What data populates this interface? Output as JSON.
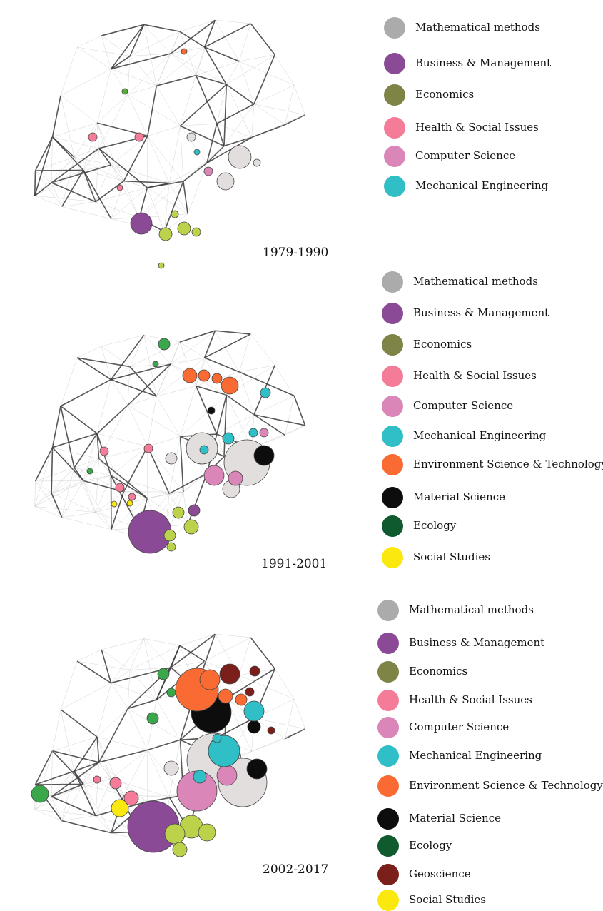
{
  "panels": [
    {
      "period": "1979-1990",
      "legend": [
        {
          "label": "Mathematical methods",
          "color": "#ababab"
        },
        {
          "label": "Business & Management",
          "color": "#8a4a96"
        },
        {
          "label": "Economics",
          "color": "#7e8446"
        },
        {
          "label": "Health & Social Issues",
          "color": "#f57c98"
        },
        {
          "label": "Computer Science",
          "color": "#da86b8"
        },
        {
          "label": "Mechanical Engineering",
          "color": "#30bfc6"
        }
      ]
    },
    {
      "period": "1991-2001",
      "legend": [
        {
          "label": "Mathematical methods",
          "color": "#ababab"
        },
        {
          "label": "Business & Management",
          "color": "#8a4a96"
        },
        {
          "label": "Economics",
          "color": "#7e8446"
        },
        {
          "label": "Health & Social Issues",
          "color": "#f57c98"
        },
        {
          "label": "Computer Science",
          "color": "#da86b8"
        },
        {
          "label": "Mechanical Engineering",
          "color": "#30bfc6"
        },
        {
          "label": "Environment Science & Technology",
          "color": "#fa6b34"
        },
        {
          "label": "Material Science",
          "color": "#0d0d0d"
        },
        {
          "label": "Ecology",
          "color": "#0f5a2e"
        },
        {
          "label": "Social Studies",
          "color": "#fbe80e"
        }
      ]
    },
    {
      "period": "2002-2017",
      "legend": [
        {
          "label": "Mathematical methods",
          "color": "#ababab"
        },
        {
          "label": "Business & Management",
          "color": "#8a4a96"
        },
        {
          "label": "Economics",
          "color": "#7e8446"
        },
        {
          "label": "Health & Social Issues",
          "color": "#f57c98"
        },
        {
          "label": "Computer Science",
          "color": "#da86b8"
        },
        {
          "label": "Mechanical Engineering",
          "color": "#30bfc6"
        },
        {
          "label": "Environment Science & Technology",
          "color": "#fa6b34"
        },
        {
          "label": "Material Science",
          "color": "#0d0d0d"
        },
        {
          "label": "Ecology",
          "color": "#0f5a2e"
        },
        {
          "label": "Geoscience",
          "color": "#7a1f1a"
        },
        {
          "label": "Social Studies",
          "color": "#fbe80e"
        }
      ]
    }
  ]
}
